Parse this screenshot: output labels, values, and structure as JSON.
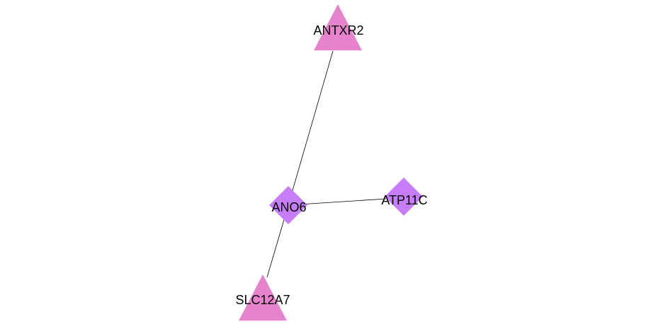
{
  "colors": {
    "triangle_node": "#e783cc",
    "diamond_node": "#c77df7",
    "edge": "#000000",
    "label": "#000000",
    "background": "#ffffff"
  },
  "nodes": [
    {
      "id": "ANTXR2",
      "label": "ANTXR2",
      "shape": "triangle",
      "color": "#e783cc"
    },
    {
      "id": "ANO6",
      "label": "ANO6",
      "shape": "diamond",
      "color": "#c77df7"
    },
    {
      "id": "ATP11C",
      "label": "ATP11C",
      "shape": "diamond",
      "color": "#c77df7"
    },
    {
      "id": "SLC12A7",
      "label": "SLC12A7",
      "shape": "triangle",
      "color": "#e783cc"
    }
  ],
  "edges": [
    {
      "source": "ANO6",
      "target": "ANTXR2"
    },
    {
      "source": "ANO6",
      "target": "ATP11C"
    },
    {
      "source": "ANO6",
      "target": "SLC12A7"
    }
  ]
}
